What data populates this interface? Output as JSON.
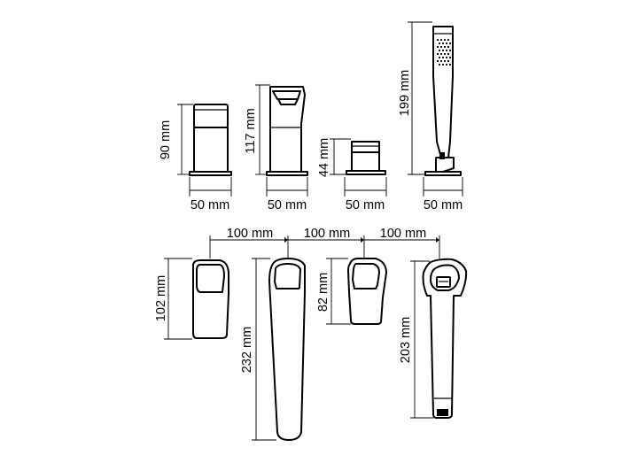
{
  "dimensions": {
    "top_row": {
      "tap_small_height": "90 mm",
      "tap_small_width": "50 mm",
      "spout_height": "117 mm",
      "spout_width": "50 mm",
      "diverter_height": "44 mm",
      "diverter_width": "50 mm",
      "handshower_height": "199 mm",
      "handshower_width": "50 mm"
    },
    "bottom_row": {
      "spacing_1": "100 mm",
      "spacing_2": "100 mm",
      "spacing_3": "100 mm",
      "lever_length": "102 mm",
      "spout_length": "232 mm",
      "diverter_length": "82 mm",
      "handshower_length": "203 mm"
    }
  }
}
